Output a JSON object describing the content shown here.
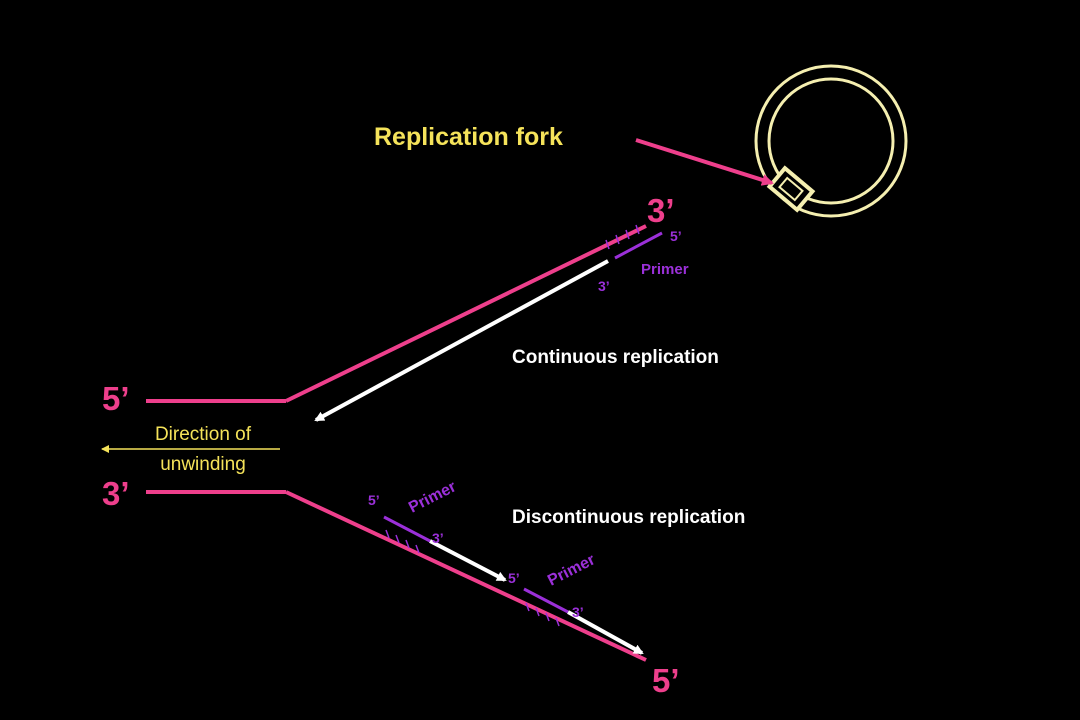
{
  "title": "Replication fork",
  "labels": {
    "top_left_end": "5’",
    "bottom_left_end": "3’",
    "top_right_end": "3’",
    "bottom_right_end": "5’",
    "continuous": "Continuous replication",
    "discontinuous": "Discontinuous replication",
    "direction_line1": "Direction of",
    "direction_line2": "unwinding",
    "top_primer": "Primer",
    "top_primer_5": "5’",
    "top_primer_3": "3’",
    "frag1_primer": "Primer",
    "frag1_5": "5’",
    "frag1_3": "3’",
    "frag2_primer": "Primer",
    "frag2_5": "5’",
    "frag2_3": "3’"
  },
  "colors": {
    "background": "#000000",
    "parent_strand": "#ee3f8c",
    "new_strand": "#ffffff",
    "primer": "#9b30d9",
    "title_text": "#f5e35a",
    "direction_text": "#f5e35a",
    "label_text": "#ffffff",
    "end_label": "#ee3f8c",
    "plasmid": "#f5efb0"
  }
}
